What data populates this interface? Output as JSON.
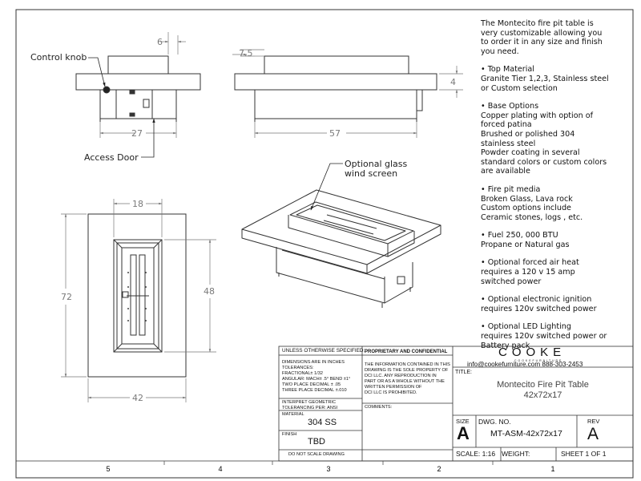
{
  "views": {
    "front": {
      "top_dim": "6",
      "bottom_dim": "27",
      "label_knob": "Control knob",
      "label_door": "Access Door"
    },
    "side": {
      "top_dim": "7.5",
      "right_dim": "4",
      "bottom_dim": "57"
    },
    "top": {
      "top_dim": "18",
      "left_dim": "72",
      "right_dim": "48",
      "bottom_dim": "42"
    },
    "iso": {
      "label_line1": "Optional glass",
      "label_line2": "wind screen"
    }
  },
  "notes": {
    "intro": [
      "The Montecito fire pit table is",
      "very customizable allowing you",
      "to order it in any size and finish",
      "you need."
    ],
    "top_material": {
      "head": "• Top Material",
      "lines": [
        "Granite Tier 1,2,3, Stainless steel",
        "or Custom selection"
      ]
    },
    "base_options": {
      "head": "• Base Options",
      "lines": [
        "Copper plating with option of",
        "forced patina",
        "Brushed or polished  304",
        "stainless steel",
        "Powder coating in several",
        "standard colors or custom colors",
        "are available"
      ]
    },
    "fire_pit_media": {
      "head": "• Fire pit media",
      "lines": [
        "Broken Glass, Lava rock",
        "Custom options include",
        "Ceramic stones, logs , etc."
      ]
    },
    "fuel": {
      "head": "• Fuel  250, 000 BTU",
      "lines": [
        "Propane or Natural gas"
      ]
    },
    "forced_air": {
      "head": "• Optional forced air heat",
      "lines": [
        "requires a 120 v 15 amp",
        "switched power"
      ]
    },
    "ignition": {
      "head": "• Optional electronic ignition",
      "lines": [
        "requires 120v switched power"
      ]
    },
    "led": {
      "head": "• Optional LED Lighting",
      "lines": [
        "requires 120v switched power or",
        "Battery pack"
      ]
    }
  },
  "title_block": {
    "unless": "UNLESS OTHERWISE SPECIFIED:",
    "tolerances": [
      "DIMENSIONS ARE IN INCHES",
      "TOLERANCES:",
      "FRACTIONAL± 1/32",
      "ANGULAR: MACH± .5° BEND ±1°",
      "TWO PLACE DECIMAL   ± .05",
      "THREE PLACE DECIMAL  ±.010"
    ],
    "interpret": [
      "INTERPRET GEOMETRIC",
      "TOLERANCING PER: ANSI"
    ],
    "material_label": "MATERIAL",
    "material_value": "304 SS",
    "finish_label": "FINISH",
    "finish_value": "TBD",
    "do_not_scale": "DO NOT SCALE DRAWING",
    "proprietary_head": "PROPRIETARY AND CONFIDENTIAL",
    "proprietary_body": [
      "THE INFORMATION CONTAINED IN THIS",
      "DRAWING IS THE SOLE PROPERTY OF",
      "DCI LLC. ANY REPRODUCTION IN",
      "PART OR AS A WHOLE WITHOUT THE",
      "WRITTEN PERMISSION OF",
      "DCI LLC IS PROHIBITED."
    ],
    "comments": "COMMENTS:",
    "company": "COOKE",
    "company_sub": "C O O K E   F U R N I T U R E",
    "contact": "info@cookefurniture.com 888-303-2453",
    "title_label": "TITLE:",
    "title_line1": "Montecito Fire Pit Table",
    "title_line2": "42x72x17",
    "size_label": "SIZE",
    "size_value": "A",
    "dwg_label": "DWG.  NO.",
    "dwg_value": "MT-ASM-42x72x17",
    "rev_label": "REV",
    "rev_value": "A",
    "scale": "SCALE: 1:16",
    "weight": "WEIGHT:",
    "sheet": "SHEET 1 OF 1"
  },
  "zones": [
    "5",
    "4",
    "3",
    "2",
    "1"
  ]
}
